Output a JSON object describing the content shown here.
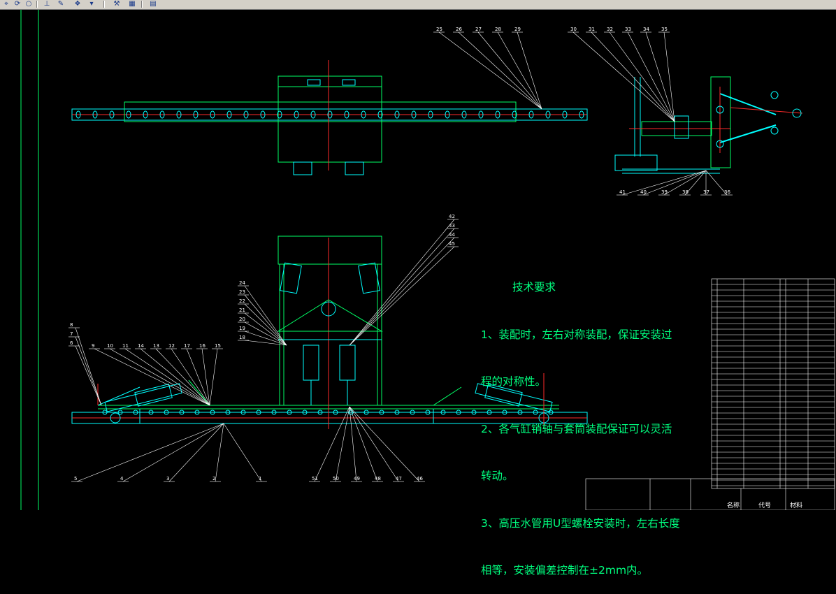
{
  "toolbar": {
    "icons": [
      "snap-icon",
      "rotate-icon",
      "circle-icon",
      "measure-icon",
      "pencil-icon",
      "layers-icon",
      "dropdown-icon",
      "trim-icon",
      "hatch-icon",
      "properties-icon"
    ]
  },
  "colors": {
    "background": "#000000",
    "geometry": "#00ffff",
    "outline": "#00ff66",
    "centerline": "#ff2a2a",
    "text": "#00ff7f",
    "leader": "#ffffff",
    "table": "#ffffff",
    "magenta": "#ff00ff"
  },
  "technical_requirements": {
    "title": "技术要求",
    "lines": [
      "1、装配时，左右对称装配，保证安装过",
      "程的对称性。",
      "2、各气缸销轴与套筒装配保证可以灵活",
      "转动。",
      "3、高压水管用U型螺栓安装时，左右长度",
      "相等，安装偏差控制在±2mm内。"
    ]
  },
  "balloons": {
    "top_view": [
      "25",
      "26",
      "27",
      "28",
      "29"
    ],
    "side_view_top": [
      "30",
      "31",
      "32",
      "33",
      "34",
      "35"
    ],
    "side_view_bottom": [
      "41",
      "40",
      "39",
      "38",
      "37",
      "36"
    ],
    "front_left_top": [
      "8",
      "7",
      "6",
      "9",
      "10",
      "11",
      "14",
      "13",
      "12",
      "17",
      "16",
      "15"
    ],
    "front_left_stack": [
      "24",
      "23",
      "22",
      "21",
      "20",
      "19",
      "18"
    ],
    "front_right_stack": [
      "42",
      "43",
      "44",
      "45"
    ],
    "front_bottom": [
      "5",
      "4",
      "3",
      "2",
      "1",
      "51",
      "50",
      "49",
      "48",
      "47",
      "46"
    ]
  },
  "parts_table": {
    "footer_labels": [
      "名称",
      "代号",
      "材料"
    ]
  }
}
